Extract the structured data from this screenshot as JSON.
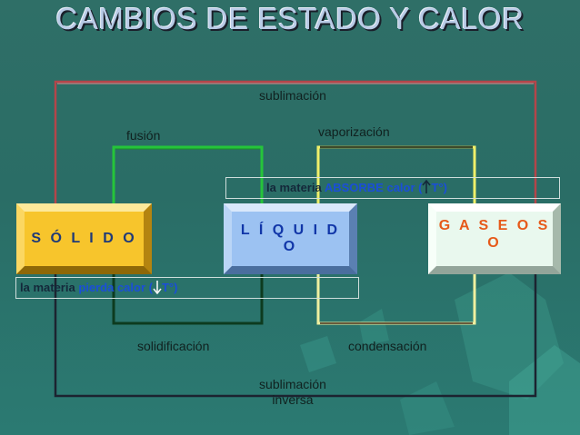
{
  "slide": {
    "title": "CAMBIOS DE ESTADO Y CALOR"
  },
  "states": {
    "solido": "S Ó L I D O",
    "liquido": "L Í Q U I D O",
    "gaseoso_line1": "G A S E O S",
    "gaseoso_line2": "O"
  },
  "transitions": {
    "sublimacion": "sublimación",
    "fusion": "fusión",
    "vaporizacion": "vaporización",
    "solidificacion": "solidificación",
    "condensacion": "condensación",
    "sublimacion_inversa_1": "sublimación",
    "sublimacion_inversa_2": "inversa"
  },
  "notes": {
    "absorbe": {
      "prefix": "la materia",
      "highlight": "ABSORBE calor (",
      "suffix": "T°)",
      "arrow": "up-arrow-icon"
    },
    "pierde": {
      "prefix": "la materia",
      "highlight": "pierda calor (",
      "suffix": "T°)",
      "arrow": "down-arrow-icon"
    }
  },
  "colors": {
    "sublimation_line": "#b4454a",
    "fusion_line": "#25c43a",
    "vaporization_line": "#f0f06a",
    "solidification_line": "#0d3b1f",
    "condensation_line": "#f0f0a0",
    "solid_box": "#f7c52c",
    "liquid_box": "#9cc2f2",
    "gas_box": "#e9f8ee"
  }
}
